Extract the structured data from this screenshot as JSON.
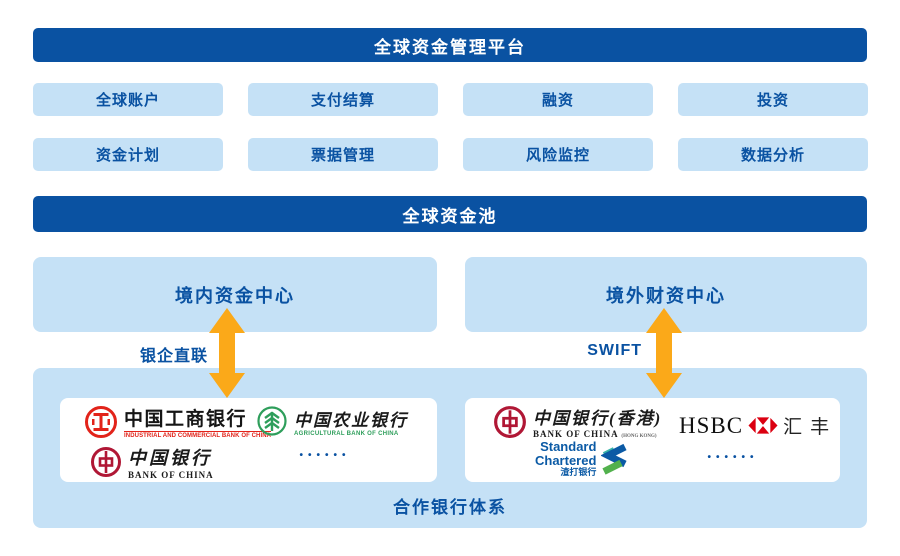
{
  "palette": {
    "navy": "#0a52a2",
    "light_blue": "#c5e1f6",
    "orange": "#fba919",
    "icbc_red": "#e2231a",
    "abc_green": "#2e9e5b",
    "boc_red": "#b01735",
    "hsbc_red": "#db0011",
    "sc_blue": "#0b5aa5",
    "sc_green": "#52b14d"
  },
  "platform": {
    "title": "全球资金管理平台",
    "modules": [
      "全球账户",
      "支付结算",
      "融资",
      "投资",
      "资金计划",
      "票据管理",
      "风险监控",
      "数据分析"
    ]
  },
  "pool": {
    "title": "全球资金池"
  },
  "centers": {
    "domestic": "境内资金中心",
    "overseas": "境外财资中心"
  },
  "links": {
    "domestic": "银企直联",
    "overseas": "SWIFT"
  },
  "partners": {
    "title": "合作银行体系",
    "more_dots": "••••••",
    "icbc": {
      "cn": "中国工商银行",
      "en": "INDUSTRIAL AND COMMERCIAL BANK OF CHINA"
    },
    "abc": {
      "cn": "中国农业银行",
      "en": "AGRICULTURAL BANK OF CHINA"
    },
    "boc": {
      "cn": "中国银行",
      "en": "BANK OF CHINA"
    },
    "bochk": {
      "cn": "中国银行(香港)",
      "en": "BANK OF CHINA",
      "en_sub": "(HONG KONG)"
    },
    "hsbc": {
      "en": "HSBC",
      "cn": "汇丰"
    },
    "sc": {
      "line1": "Standard",
      "line2": "Chartered",
      "cn": "渣打银行"
    }
  }
}
